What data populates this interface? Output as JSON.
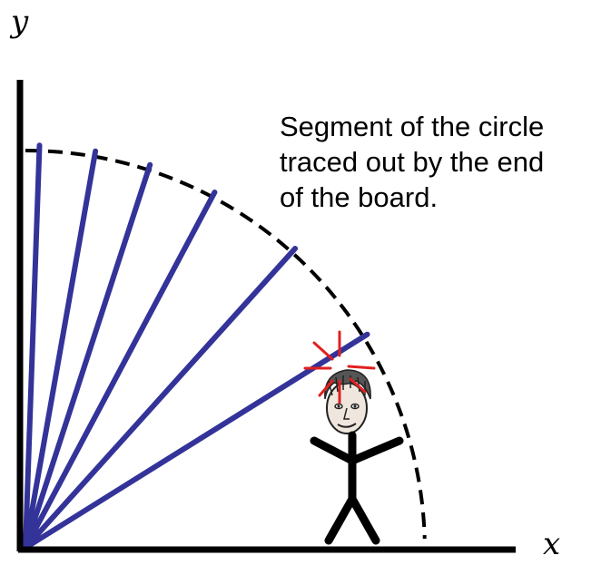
{
  "axes": {
    "x_label": "x",
    "y_label": "y"
  },
  "caption": {
    "lines": [
      "Segment of the circle",
      "traced out by the end",
      "of the board."
    ]
  },
  "board_angles_deg": [
    88,
    80,
    72,
    62,
    48,
    32
  ],
  "colors": {
    "board": "#333399",
    "axes": "#000000",
    "arc": "#000000",
    "impact": "#e02020",
    "figure": "#000000"
  },
  "icons": {
    "impact_mark": "red-impact-burst-icon",
    "person": "stick-figure-person-icon"
  }
}
